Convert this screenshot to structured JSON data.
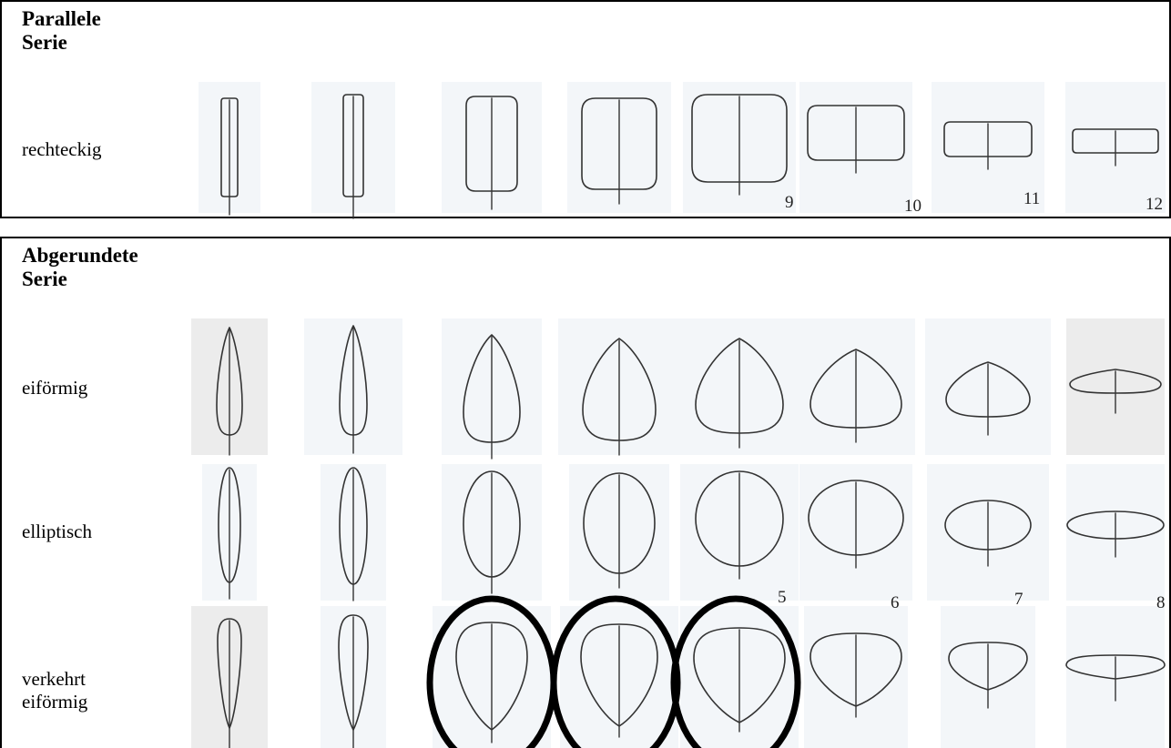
{
  "panel_top": {
    "title": "Parallele\nSerie",
    "rows": [
      {
        "label": "rechteckig",
        "numbers": [
          "",
          "",
          "",
          "",
          "9",
          "10",
          "11",
          "12"
        ]
      }
    ]
  },
  "panel_bottom": {
    "title": "Abgerundete\nSerie",
    "rows": [
      {
        "label": "eiförmig",
        "numbers": [
          "",
          "",
          "",
          "",
          "",
          "",
          "",
          ""
        ]
      },
      {
        "label": "elliptisch",
        "numbers": [
          "",
          "",
          "",
          "",
          "5",
          "6",
          "7",
          "8"
        ]
      },
      {
        "label": "verkehrt\neiförmig",
        "numbers": [
          "",
          "",
          "",
          "",
          "",
          "",
          "",
          ""
        ]
      }
    ]
  },
  "highlighted": {
    "row": "verkehrt eiförmig",
    "columns": [
      3,
      4,
      5
    ]
  }
}
